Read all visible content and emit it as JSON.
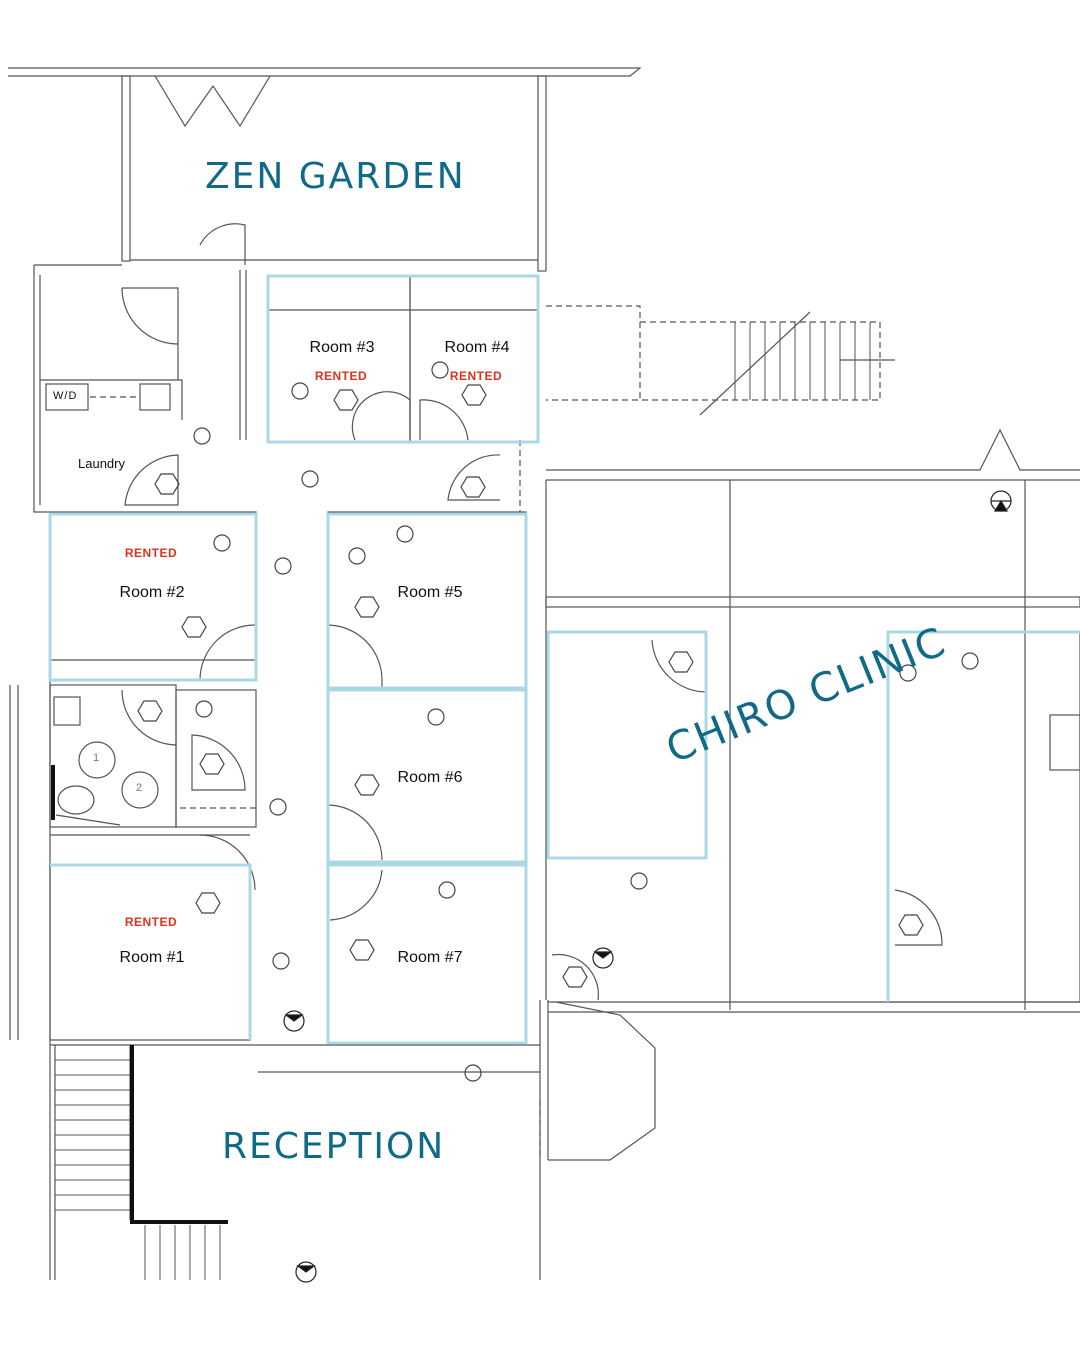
{
  "areas": {
    "zen_garden": "ZEN GARDEN",
    "chiro_clinic": "CHIRO CLINIC",
    "reception": "RECEPTION"
  },
  "rooms": {
    "room1": "Room #1",
    "room2": "Room #2",
    "room3": "Room #3",
    "room4": "Room #4",
    "room5": "Room #5",
    "room6": "Room #6",
    "room7": "Room #7"
  },
  "status": {
    "rented": "RENTED"
  },
  "utility": {
    "laundry": "Laundry",
    "washer_dryer": "W/D",
    "stall1": "1",
    "stall2": "2"
  },
  "colors": {
    "wall_line": "#555555",
    "wall_fill": "#a9d8e6",
    "label_blue": "#0e6a86",
    "rented_red": "#d8341f"
  }
}
